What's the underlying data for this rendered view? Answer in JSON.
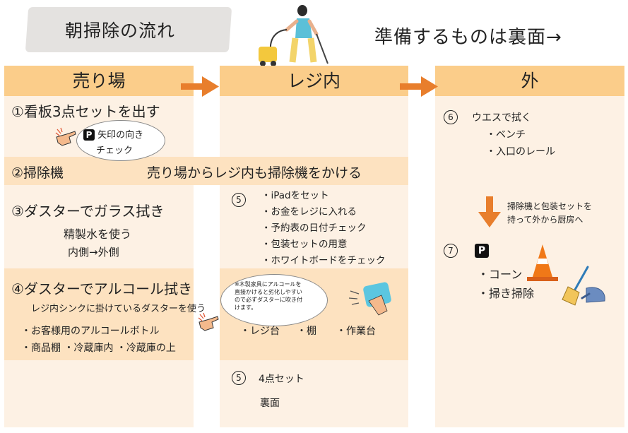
{
  "title": "朝掃除の流れ",
  "prep_note": "準備するものは裏面→",
  "columns": {
    "sales_floor": "売り場",
    "register": "レジ内",
    "outside": "外"
  },
  "step1": {
    "text": "①看板3点セットを出す",
    "badge": "P",
    "bubble_line1": "矢印の向き",
    "bubble_line2": "チェック"
  },
  "step2": {
    "label": "②掃除機",
    "text": "売り場からレジ内も掃除機をかける"
  },
  "step3": {
    "text": "③ダスターでガラス拭き",
    "sub1": "精製水を使う",
    "sub2": "内側→外側"
  },
  "step4": {
    "text": "④ダスターでアルコール拭き",
    "sub": "レジ内シンクに掛けているダスターを使う",
    "item1": "・お客様用のアルコールボトル",
    "item2": "・商品棚 ・冷蔵庫内 ・冷蔵庫の上",
    "bubble_lines": [
      "※木製家具にアルコールを",
      "直接かけると劣化しやすい",
      "ので必ずダスターに吹き付",
      "けます。"
    ],
    "register_items": [
      "・レジ台",
      "・棚",
      "・作業台"
    ]
  },
  "register_step5": {
    "num": "5",
    "items": [
      "・iPadをセット",
      "・お金をレジに入れる",
      "・予約表の日付チェック",
      "・包装セットの用意",
      "・ホワイトボードをチェック"
    ]
  },
  "register_step5b": {
    "num": "5",
    "line1": "4点セット",
    "line2": "裏面"
  },
  "outside_step6": {
    "num": "6",
    "title": "ウエスで拭く",
    "items": [
      "・ベンチ",
      "・入口のレール"
    ]
  },
  "outside_note": {
    "line1": "掃除機と包装セットを",
    "line2": "持って外から厨房へ"
  },
  "outside_step7": {
    "num": "7",
    "badge": "P",
    "items": [
      "・コーン",
      "・掃き掃除"
    ]
  },
  "colors": {
    "header": "#fbcd8a",
    "column_bg": "#fdf1e4",
    "band": "#fde2c0",
    "arrow": "#e87e2c"
  }
}
